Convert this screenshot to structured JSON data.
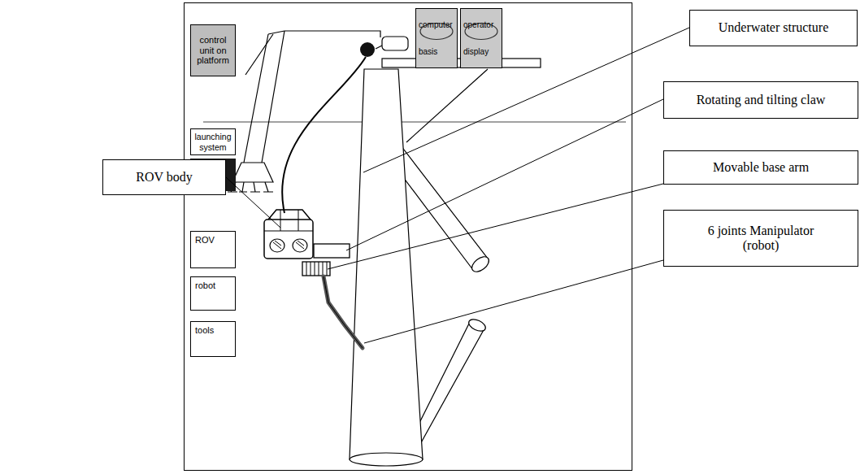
{
  "diagram": {
    "nodes": [
      {
        "text": [
          "control unit on platform"
        ]
      },
      {
        "text": [
          "computer basis"
        ]
      },
      {
        "text": [
          "operator display"
        ]
      },
      {
        "text": [
          "Underwater structure"
        ]
      },
      {
        "text": [
          "ROV body"
        ]
      },
      {
        "text": [
          "launching system"
        ]
      },
      {
        "text": [
          "Rotating and tilting claw"
        ]
      },
      {
        "text": [
          "Movable base arm"
        ]
      },
      {
        "text": [
          "ROV"
        ]
      },
      {
        "text": [
          "robot"
        ]
      },
      {
        "text": [
          "6 joints Manipulator (robot)"
        ]
      },
      {
        "text": [
          "tools"
        ]
      }
    ]
  }
}
